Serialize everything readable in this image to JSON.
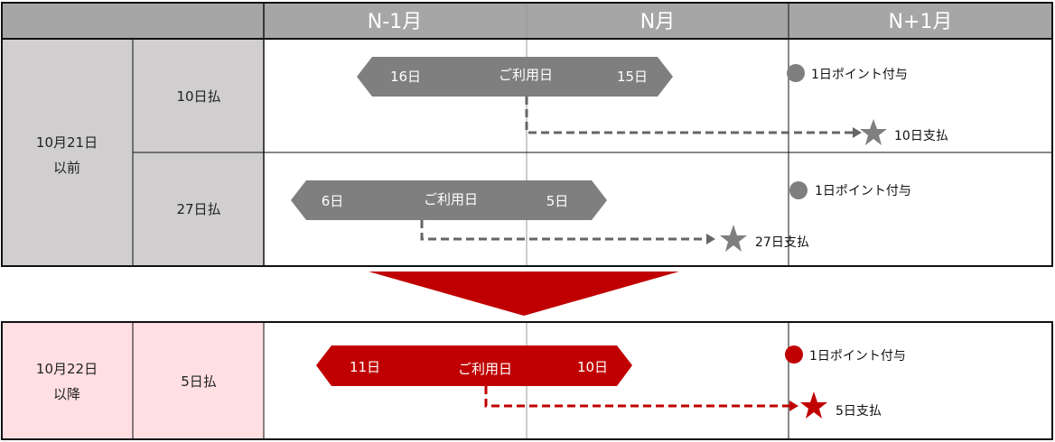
{
  "header": {
    "columns": [
      "N-1月",
      "N月",
      "N+1月"
    ]
  },
  "before": {
    "period_label_line1": "10月21日",
    "period_label_line2": "以前",
    "rows": [
      {
        "payment_label": "10日払",
        "bar_start": "16日",
        "bar_middle": "ご利用日",
        "bar_end": "15日",
        "point_label": "1日ポイント付与",
        "payment_day_label": "10日支払"
      },
      {
        "payment_label": "27日払",
        "bar_start": "6日",
        "bar_middle": "ご利用日",
        "bar_end": "5日",
        "point_label": "1日ポイント付与",
        "payment_day_label": "27日支払"
      }
    ]
  },
  "after": {
    "period_label_line1": "10月22日",
    "period_label_line2": "以降",
    "payment_label": "5日払",
    "bar_start": "11日",
    "bar_middle": "ご利用日",
    "bar_end": "10日",
    "point_label": "1日ポイント付与",
    "payment_day_label": "5日支払"
  },
  "colors": {
    "gray": "#7f7f7f",
    "red": "#c00000",
    "header": "#a6a6a6",
    "label_bg": "#d0cecf",
    "pink_bg": "#ffdfe2"
  }
}
